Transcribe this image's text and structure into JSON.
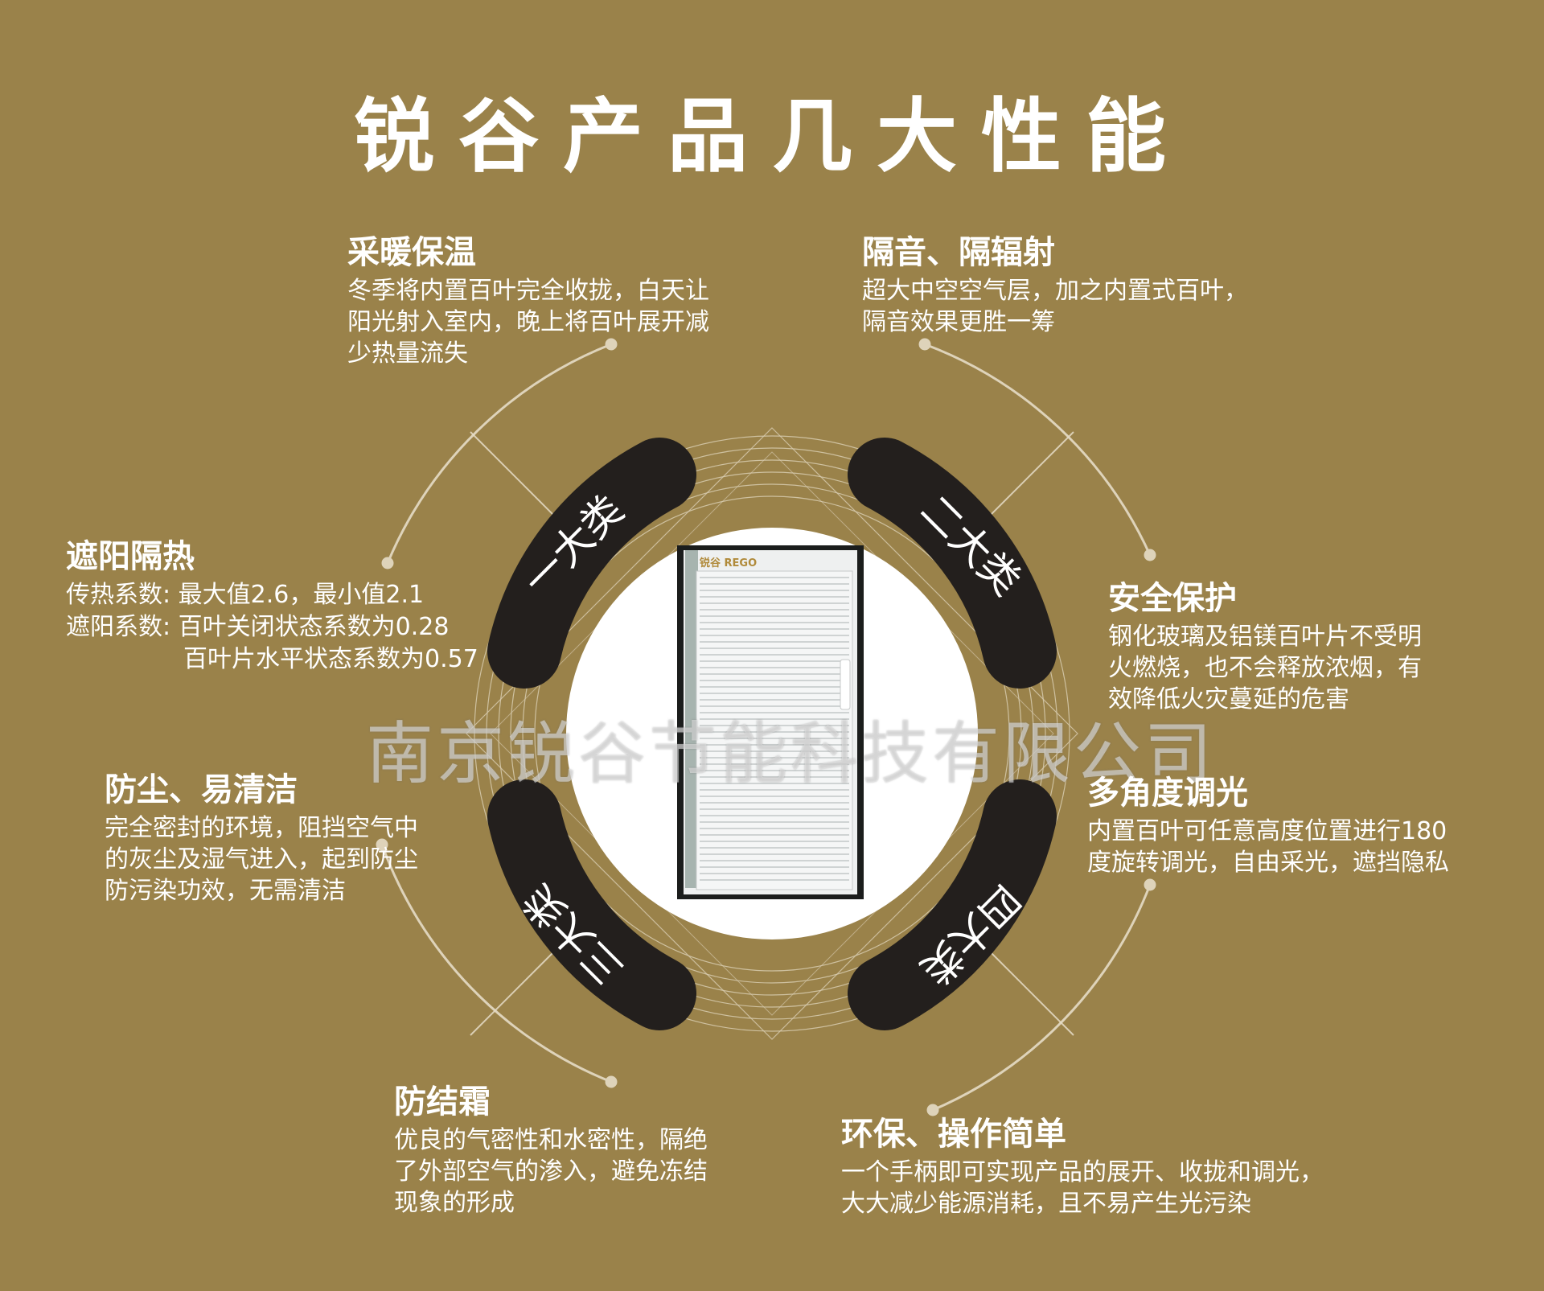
{
  "title": "锐谷产品几大性能",
  "watermark": "南京锐谷节能科技有限公司",
  "categories": [
    "一大类",
    "二大类",
    "三大类",
    "四大类"
  ],
  "window_logo": "锐谷 REGO",
  "colors": {
    "background": "#9a824a",
    "badge": "#231f1d",
    "circle": "#ffffff",
    "line": "#e6dcc7"
  },
  "features": {
    "heating": {
      "title": "采暖保温",
      "desc": [
        "冬季将内置百叶完全收拢，白天让",
        "阳光射入室内，晚上将百叶展开减",
        "少热量流失"
      ]
    },
    "sound": {
      "title": "隔音、隔辐射",
      "desc": [
        "超大中空空气层，加之内置式百叶，",
        "隔音效果更胜一筹"
      ]
    },
    "shading": {
      "title": "遮阳隔热",
      "row1": "传热系数: 最大值2.6，最小值2.1",
      "row2": "遮阳系数: 百叶关闭状态系数为0.28",
      "row3": "百叶片水平状态系数为0.57"
    },
    "safety": {
      "title": "安全保护",
      "desc": [
        "钢化玻璃及铝镁百叶片不受明",
        "火燃烧，也不会释放浓烟，有",
        "效降低火灾蔓延的危害"
      ]
    },
    "dust": {
      "title": "防尘、易清洁",
      "desc": [
        "完全密封的环境，阻挡空气中",
        "的灰尘及湿气进入，起到防尘",
        "防污染功效，无需清洁"
      ]
    },
    "angle": {
      "title": "多角度调光",
      "desc": [
        "内置百叶可任意高度位置进行180",
        "度旋转调光，自由采光，遮挡隐私"
      ]
    },
    "frost": {
      "title": "防结霜",
      "desc": [
        "优良的气密性和水密性，隔绝",
        "了外部空气的渗入，避免冻结",
        "现象的形成"
      ]
    },
    "eco": {
      "title": "环保、操作简单",
      "desc": [
        "一个手柄即可实现产品的展开、收拢和调光，",
        "大大减少能源消耗，且不易产生光污染"
      ]
    }
  }
}
